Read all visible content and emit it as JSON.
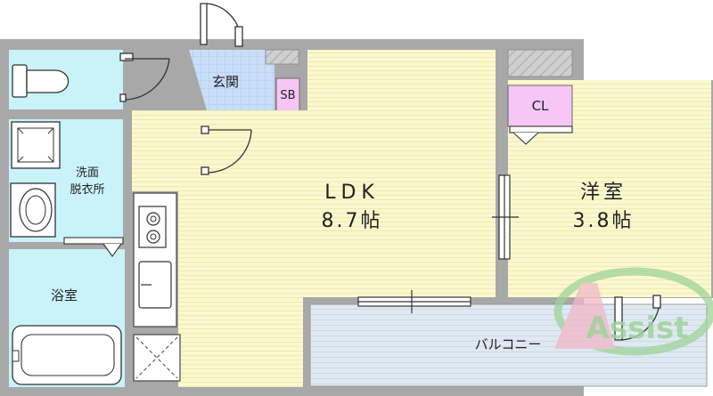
{
  "rooms": {
    "entrance": {
      "label": "玄関"
    },
    "shoe_box": {
      "label": "SB"
    },
    "washroom": {
      "label_line1": "洗面",
      "label_line2": "脱衣所"
    },
    "bathroom": {
      "label": "浴室"
    },
    "ldk": {
      "label": "LDK",
      "size": "8.7帖"
    },
    "western": {
      "label": "洋室",
      "size": "3.8帖"
    },
    "closet": {
      "label": "CL"
    },
    "balcony": {
      "label": "バルコニー"
    }
  },
  "logo": {
    "text": "Assist"
  },
  "colors": {
    "wall": "#a8a8a8",
    "floor_wood": "#fbf8cf",
    "wet_area": "#c9f3f8",
    "entrance_tile": "#c9def8",
    "storage": "#f6c6f7",
    "balcony": "#dfe9f1",
    "logo": "#9fd39a"
  }
}
